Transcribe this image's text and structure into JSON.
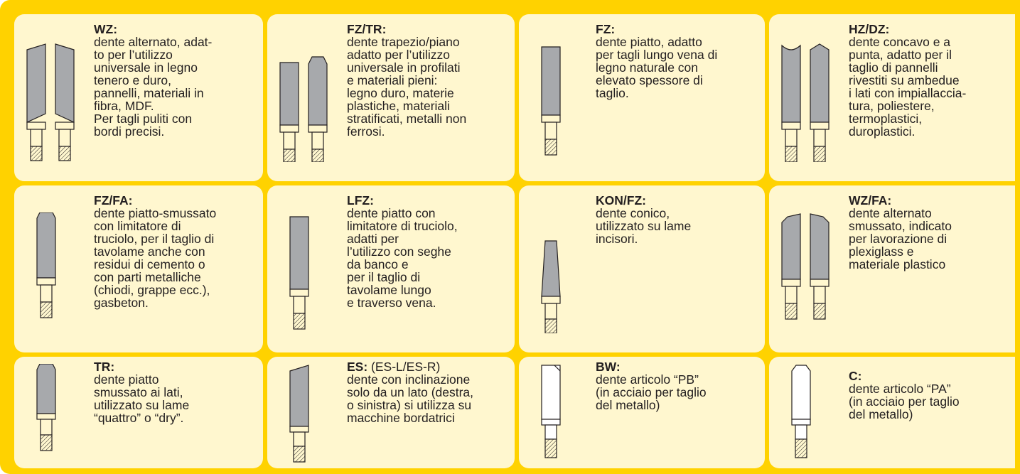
{
  "colors": {
    "frame": "#ffd200",
    "card": "#fff7cf",
    "tooth": "#a7a9ac",
    "outline": "#231f20"
  },
  "cards": [
    {
      "title": "WZ:",
      "desc": "dente alternato, adat-\nto per l’utilizzo\nuniversale in legno\ntenero e duro,\npannelli, materiali in\nfibra, MDF.\nPer tagli puliti con\nbordi precisi.",
      "icon": "alternate-tooth-icon"
    },
    {
      "title": "FZ/TR:",
      "desc": "dente trapezio/piano\nadatto per l’utilizzo\nuniversale in profilati\ne materiali pieni:\nlegno duro, materie\nplastiche, materiali\nstratificati, metalli non\nferrosi.",
      "icon": "trapezoid-flat-tooth-icon"
    },
    {
      "title": "FZ:",
      "desc": "dente piatto, adatto\nper tagli lungo vena di\nlegno naturale con\nelevato spessore di\ntaglio.",
      "icon": "flat-tooth-icon"
    },
    {
      "title": "HZ/DZ:",
      "desc": "dente concavo e a\npunta, adatto per il\ntaglio di pannelli\nrivestiti su ambedue\ni lati con impiallaccia-\ntura, poliestere,\ntermoplastici,\nduroplastici.",
      "icon": "concave-pointed-tooth-icon"
    },
    {
      "title": "FZ/FA:",
      "desc": "dente piatto-smussato\ncon limitatore di\ntruciolo, per il taglio di\ntavolame anche con\nresidui di cemento o\ncon parti metalliche\n(chiodi, grappe ecc.),\ngasbeton.",
      "icon": "flat-chamfered-tooth-icon"
    },
    {
      "title": "LFZ:",
      "desc": "dente piatto con\nlimitatore di truciolo,\nadatti per\nl’utilizzo con seghe\nda banco e\nper il taglio di\ntavolame lungo\ne traverso vena.",
      "icon": "flat-limiter-tooth-icon"
    },
    {
      "title": "KON/FZ:",
      "desc": "dente conico,\nutilizzato su lame\nincisori.",
      "icon": "conical-tooth-icon"
    },
    {
      "title": "WZ/FA:",
      "desc": "dente alternato\nsmussato, indicato\nper lavorazione di\nplexiglass e\nmateriale plastico",
      "icon": "alternate-chamfered-tooth-icon"
    },
    {
      "title": "TR:",
      "desc": "dente piatto\nsmussato ai lati,\nutilizzato su lame\n“quattro” o “dry”.",
      "icon": "chamfered-sides-tooth-icon"
    },
    {
      "title": "ES:",
      "title_suffix": " (ES-L/ES-R)",
      "desc": "dente con inclinazione\nsolo da un lato (destra,\no sinistra) si utilizza su\nmacchine bordatrici",
      "icon": "one-side-bevel-tooth-icon"
    },
    {
      "title": "BW:",
      "desc": "dente articolo “PB”\n(in acciaio per taglio\ndel metallo)",
      "icon": "steel-tooth-pb-icon"
    },
    {
      "title": "C:",
      "desc": "dente articolo “PA”\n(in acciaio per taglio\ndel metallo)",
      "icon": "steel-tooth-pa-icon"
    }
  ]
}
